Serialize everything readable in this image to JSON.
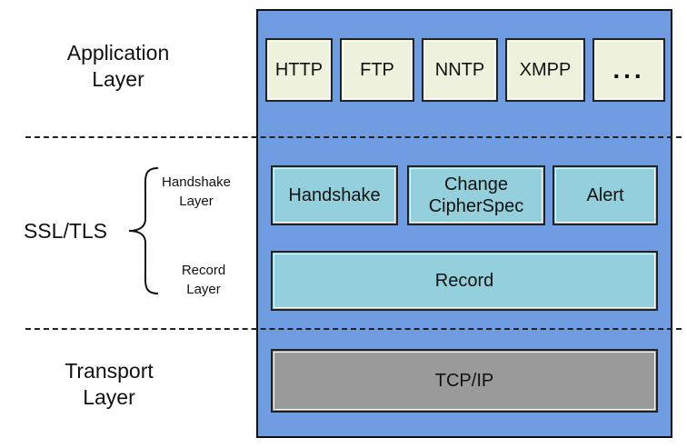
{
  "layers": {
    "application": {
      "label": "Application Layer",
      "protocols": [
        "HTTP",
        "FTP",
        "NNTP",
        "XMPP",
        "..."
      ]
    },
    "ssl_tls": {
      "label": "SSL/TLS",
      "handshake_sublayer_label": "Handshake Layer",
      "record_sublayer_label": "Record Layer",
      "handshake_protocols": [
        "Handshake",
        "Change CipherSpec",
        "Alert"
      ],
      "record_protocol": "Record"
    },
    "transport": {
      "label": "Transport Layer",
      "protocol": "TCP/IP"
    }
  },
  "colors": {
    "stack_background": "#6f9be0",
    "application_box": "#eef2dc",
    "ssl_tls_box": "#94d0dc",
    "transport_box": "#9a9a9a"
  }
}
